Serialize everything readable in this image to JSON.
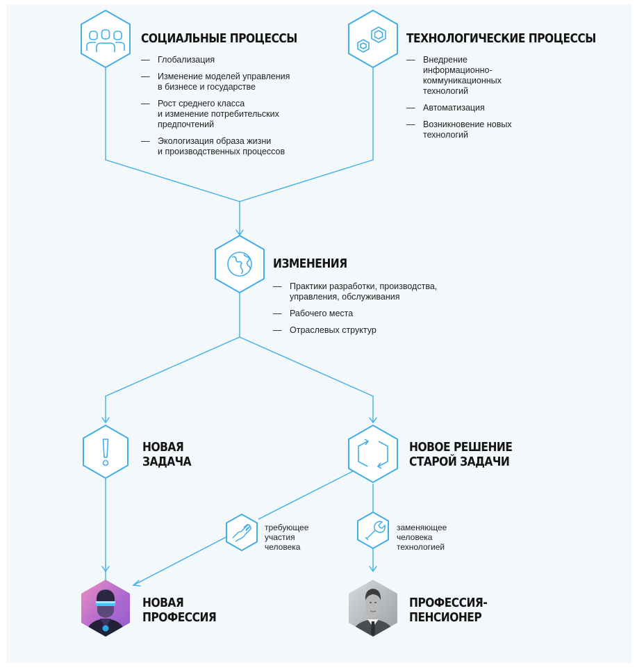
{
  "social": {
    "title": "СОЦИАЛЬНЫЕ ПРОЦЕССЫ",
    "items": [
      "Глобализация",
      "Изменение моделей управления\nв бизнесе и государстве",
      "Рост среднего класса\nи изменение потребительских\nпредпочтений",
      "Экологизация образа жизни\nи производственных процессов"
    ],
    "icon": "people-icon"
  },
  "tech": {
    "title": "ТЕХНОЛОГИЧЕСКИЕ ПРОЦЕССЫ",
    "items": [
      "Внедрение\nинформационно-\nкоммуникационных\nтехнологий",
      "Автоматизация",
      "Возникновение новых\nтехнологий"
    ],
    "icon": "hexagons-icon"
  },
  "changes": {
    "title": "ИЗМЕНЕНИЯ",
    "items": [
      "Практики разработки, производства,\nуправления, обслуживания",
      "Рабочего места",
      "Отраслевых структур"
    ],
    "icon": "globe-icon"
  },
  "new_task": {
    "title": "НОВАЯ\nЗАДАЧА",
    "icon": "exclamation-icon"
  },
  "new_solution": {
    "title": "НОВОЕ РЕШЕНИЕ\nСТАРОЙ ЗАДАЧИ",
    "icon": "cycle-arrows-icon"
  },
  "requires_human": {
    "label": "требующее\nучастия\nчеловека",
    "icon": "hand-icon"
  },
  "replaces_human": {
    "label": "заменяющее\nчеловека\nтехнологией",
    "icon": "wrench-icon"
  },
  "new_profession": {
    "title": "НОВАЯ\nПРОФЕССИЯ",
    "icon": "futuristic-person-icon"
  },
  "retired_profession": {
    "title": "ПРОФЕССИЯ-\nПЕНСИОНЕР",
    "icon": "businessman-icon"
  },
  "colors": {
    "line": "#41aee8",
    "background": "#f3f8fb",
    "new_profession_gradient": [
      "#8e5bc8",
      "#f08ec0"
    ],
    "retired_profession_gradient": [
      "#9aa0a5",
      "#d7dadc"
    ]
  }
}
